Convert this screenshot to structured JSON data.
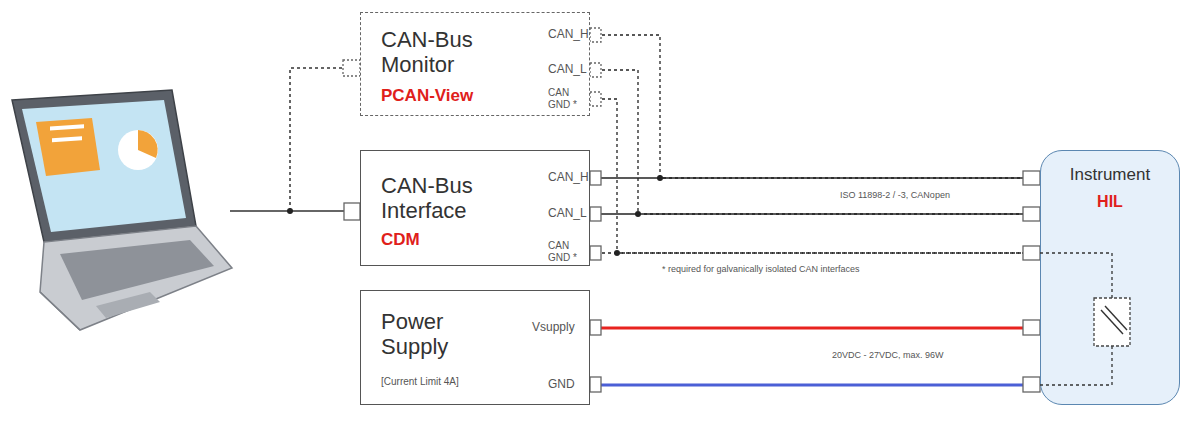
{
  "diagram": {
    "nodes": [
      {
        "text": [
          "CAN-Bus Monitor",
          "PCAN-View"
        ]
      },
      {
        "text": [
          "CAN-Bus Interface",
          "CDM"
        ]
      },
      {
        "text": [
          "Power Supply",
          "[Current Limit 4A]"
        ]
      },
      {
        "text": [
          "Instrument",
          "HIL"
        ]
      }
    ],
    "edges": [
      {
        "from": 1,
        "to": 3,
        "arrow": "none"
      },
      {
        "from": 1,
        "to": 3,
        "arrow": "none"
      },
      {
        "from": 1,
        "to": 3,
        "arrow": "none"
      },
      {
        "from": 0,
        "to": 3,
        "arrow": "none"
      },
      {
        "from": 0,
        "to": 3,
        "arrow": "none"
      },
      {
        "from": 0,
        "to": 3,
        "arrow": "none"
      },
      {
        "from": 2,
        "to": 3,
        "arrow": "none"
      },
      {
        "from": 2,
        "to": 3,
        "arrow": "none"
      }
    ],
    "labels": [
      "CAN_H",
      "CAN_L",
      "CAN GND *",
      "CAN_H",
      "CAN_L",
      "CAN GND *",
      "Vsupply",
      "GND",
      "ISO 11898-2 / -3, CANopen",
      "* required for galvanically isolated CAN interfaces",
      "20VDC - 27VDC, max. 96W"
    ]
  }
}
